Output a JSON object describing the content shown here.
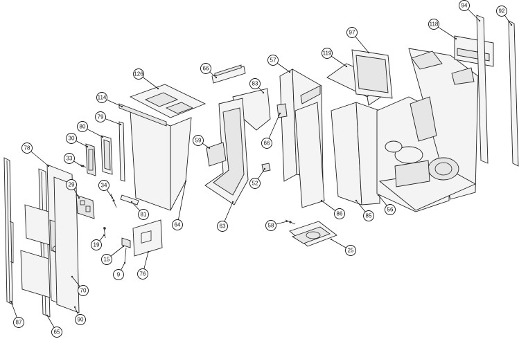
{
  "diagram": {
    "callouts": [
      {
        "id": "c94",
        "label": "94"
      },
      {
        "id": "c92",
        "label": "92"
      },
      {
        "id": "c118",
        "label": "118"
      },
      {
        "id": "c97",
        "label": "97"
      },
      {
        "id": "c119",
        "label": "119"
      },
      {
        "id": "c57",
        "label": "57"
      },
      {
        "id": "c66a",
        "label": "66"
      },
      {
        "id": "c83",
        "label": "83"
      },
      {
        "id": "c126",
        "label": "126"
      },
      {
        "id": "c114",
        "label": "114"
      },
      {
        "id": "c79",
        "label": "79"
      },
      {
        "id": "c80",
        "label": "80"
      },
      {
        "id": "c30",
        "label": "30"
      },
      {
        "id": "c33",
        "label": "33"
      },
      {
        "id": "c78",
        "label": "78"
      },
      {
        "id": "c29",
        "label": "29"
      },
      {
        "id": "c34",
        "label": "34"
      },
      {
        "id": "c59",
        "label": "59"
      },
      {
        "id": "c66b",
        "label": "66"
      },
      {
        "id": "c52",
        "label": "52"
      },
      {
        "id": "c81",
        "label": "81"
      },
      {
        "id": "c64",
        "label": "64"
      },
      {
        "id": "c63",
        "label": "63"
      },
      {
        "id": "c86",
        "label": "86"
      },
      {
        "id": "c85",
        "label": "85"
      },
      {
        "id": "c56",
        "label": "56"
      },
      {
        "id": "c58",
        "label": "58"
      },
      {
        "id": "c25",
        "label": "25"
      },
      {
        "id": "c19",
        "label": "19"
      },
      {
        "id": "c15",
        "label": "15"
      },
      {
        "id": "c9",
        "label": "9"
      },
      {
        "id": "c76",
        "label": "76"
      },
      {
        "id": "c70",
        "label": "70"
      },
      {
        "id": "c87",
        "label": "87"
      },
      {
        "id": "c65",
        "label": "65"
      },
      {
        "id": "c90",
        "label": "90"
      }
    ]
  }
}
